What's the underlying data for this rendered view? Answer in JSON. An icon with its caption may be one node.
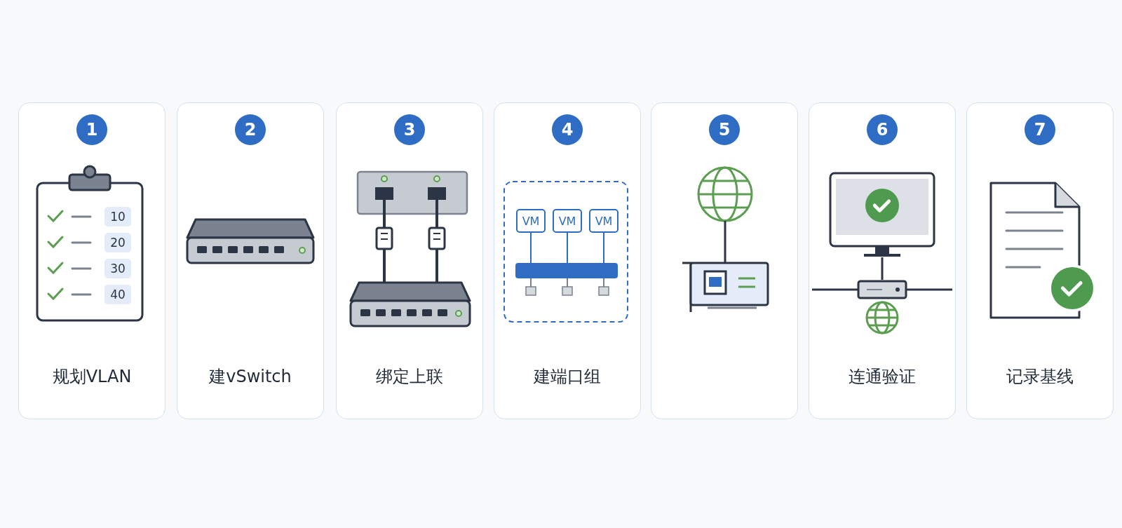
{
  "diagram": {
    "nodes": [
      {
        "text": [
          "1",
          "规划VLAN"
        ]
      },
      {
        "text": [
          "2",
          "建vSwitch"
        ]
      },
      {
        "text": [
          "3",
          "绑定上联"
        ]
      },
      {
        "text": [
          "4",
          "建端口组"
        ]
      },
      {
        "text": [
          "5"
        ]
      },
      {
        "text": [
          "6",
          "连通验证"
        ]
      },
      {
        "text": [
          "7",
          "记录基线"
        ]
      }
    ],
    "labels": [
      "10",
      "20",
      "30",
      "40",
      "VM",
      "VM",
      "VM"
    ]
  }
}
